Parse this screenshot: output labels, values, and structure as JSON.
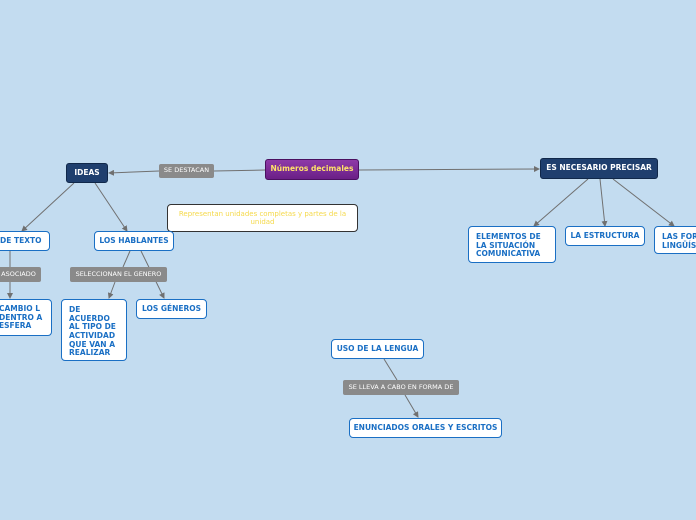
{
  "map": {
    "central": "Números decimales",
    "ideas": "IDEAS",
    "se_destacan": "SE DESTACAN",
    "precisar": "ES NECESARIO PRECISAR",
    "note": "Representan unidades completas y partes de la unidad",
    "texto": "DE TEXTO",
    "asociado": "ASOCIADO",
    "cambio": "CAMBIO L DENTRO A ESFERA",
    "hablantes": "LOS HABLANTES",
    "selecciona": "SELECCIONAN EL GENERO",
    "acuerdo": "DE ACUERDO AL TIPO DE ACTIVIDAD QUE VAN A REALIZAR",
    "generos": "LOS GÉNEROS",
    "elementos": "ELEMENTOS DE LA SITUACIÓN COMUNICATIVA",
    "estructura": "LA ESTRUCTURA",
    "formas": "LAS FOR LINGÜÍS",
    "uso": "USO DE LA LENGUA",
    "se_lleva": "SE LLEVA A CABO EN FORMA DE",
    "enunciados": "ENUNCIADOS ORALES Y ESCRITOS"
  },
  "colors": {
    "background": "#c3dcf0",
    "central_fill": "#7a2a96",
    "central_text": "#ffe36a",
    "main_fill": "#1f3f6e",
    "sub_border": "#1a6fc4",
    "label_fill": "#8a8a8a",
    "connector": "#707070"
  }
}
